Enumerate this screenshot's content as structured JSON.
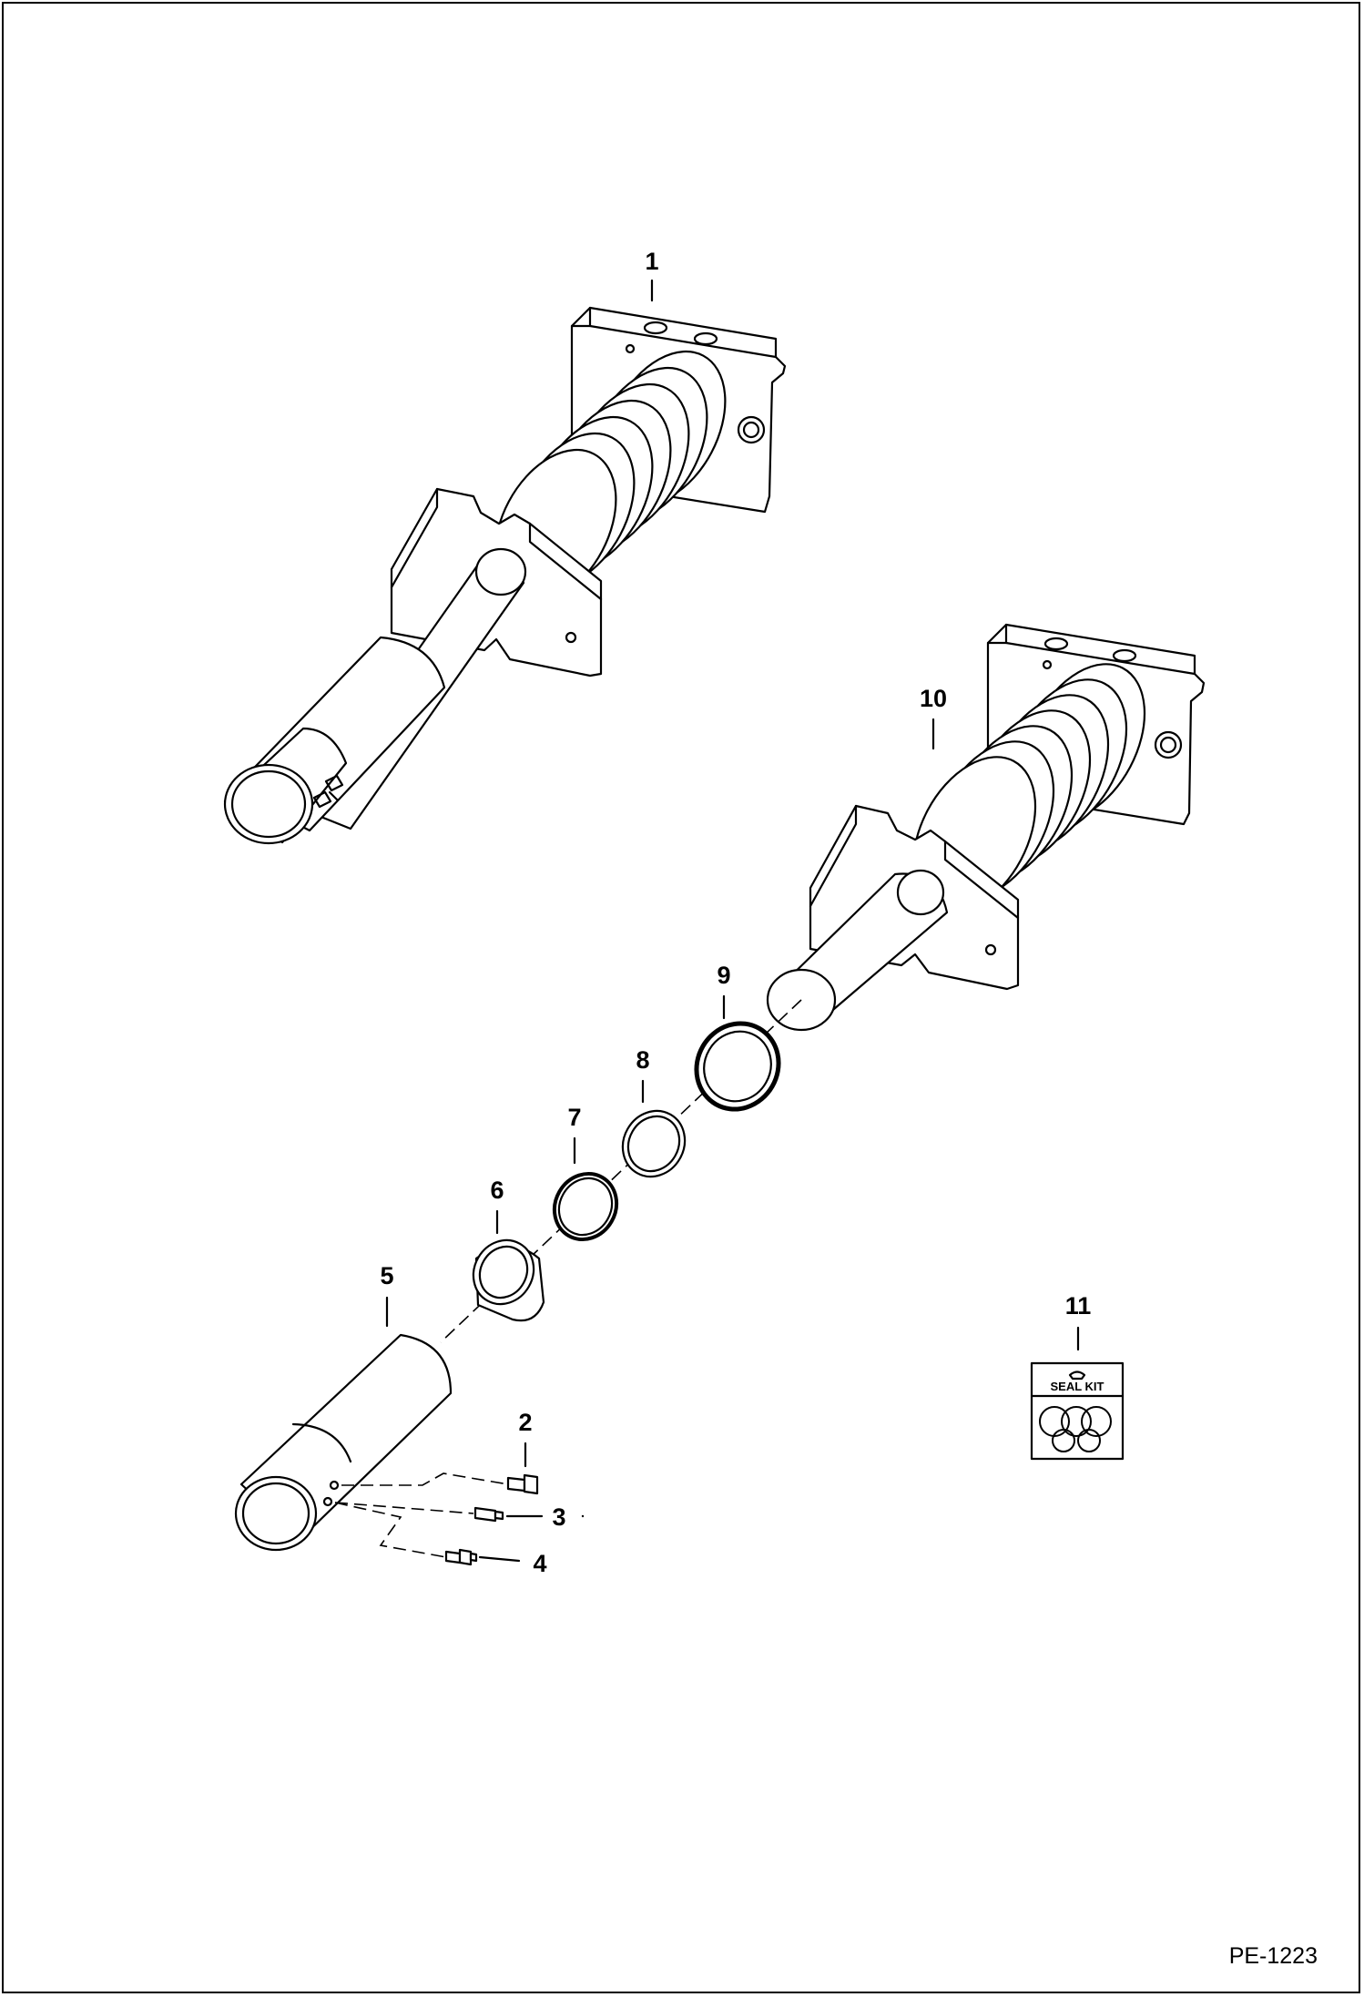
{
  "callouts": {
    "c1": "1",
    "c2": "2",
    "c3": "3",
    "c4": "4",
    "c5": "5",
    "c6": "6",
    "c7": "7",
    "c8": "8",
    "c9": "9",
    "c10": "10",
    "c11": "11"
  },
  "seal_kit": {
    "label": "SEAL KIT"
  },
  "footer": {
    "code": "PE-1223"
  }
}
